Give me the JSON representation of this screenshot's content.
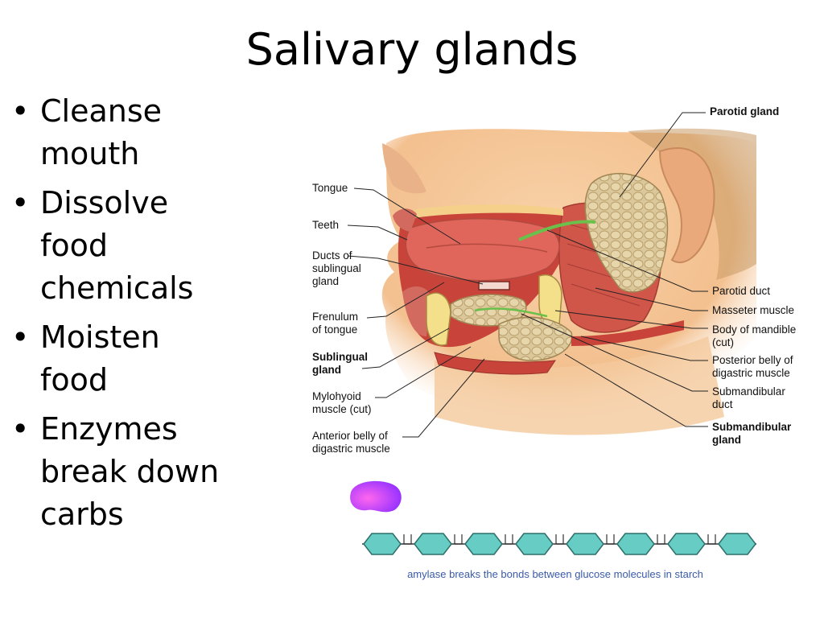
{
  "slide": {
    "title": "Salivary glands",
    "bullets": [
      {
        "lines": [
          "Cleanse",
          "mouth"
        ]
      },
      {
        "lines": [
          "Dissolve",
          "food",
          "chemicals"
        ]
      },
      {
        "lines": [
          "Moisten",
          "food"
        ]
      },
      {
        "lines": [
          "Enzymes",
          "break down",
          "carbs"
        ]
      }
    ]
  },
  "figure": {
    "labels_left": {
      "tongue": "Tongue",
      "teeth": "Teeth",
      "ducts_1": "Ducts of",
      "ducts_2": "sublingual",
      "ducts_3": "gland",
      "frenulum_1": "Frenulum",
      "frenulum_2": "of tongue",
      "sublingual_1": "Sublingual",
      "sublingual_2": "gland",
      "mylohyoid_1": "Mylohyoid",
      "mylohyoid_2": "muscle (cut)",
      "anterior_1": "Anterior belly of",
      "anterior_2": "digastric muscle"
    },
    "labels_right": {
      "parotid_gland": "Parotid gland",
      "parotid_duct": "Parotid duct",
      "masseter": "Masseter muscle",
      "mandible_1": "Body of mandible",
      "mandible_2": "(cut)",
      "posterior_1": "Posterior belly of",
      "posterior_2": "digastric muscle",
      "subm_duct_1": "Submandibular",
      "subm_duct_2": "duct",
      "subm_gland_1": "Submandibular",
      "subm_gland_2": "gland"
    }
  },
  "starch": {
    "caption": "amylase breaks the bonds between glucose molecules in starch",
    "colors": {
      "glucose": "#66ccc4",
      "enzyme": "#cc33ff"
    }
  }
}
